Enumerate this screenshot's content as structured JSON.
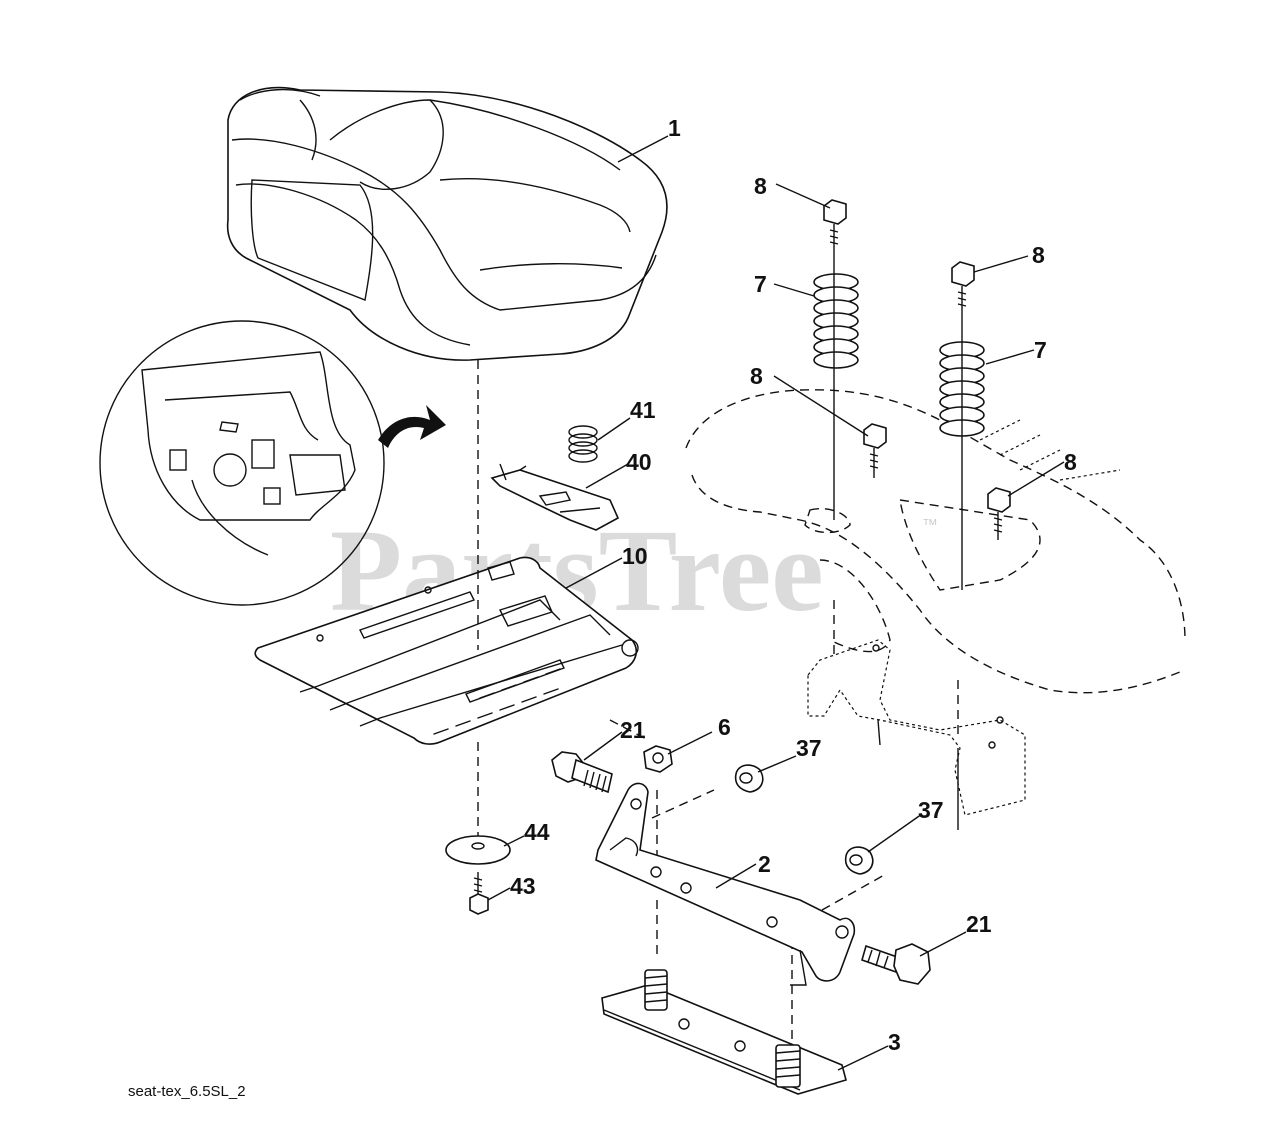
{
  "watermark": {
    "text": "PartsTree",
    "trademark": "™"
  },
  "caption": "seat-tex_6.5SL_2",
  "callouts": [
    {
      "id": "seat",
      "number": "1"
    },
    {
      "id": "bracket",
      "number": "2"
    },
    {
      "id": "base-plate",
      "number": "3"
    },
    {
      "id": "nut",
      "number": "6"
    },
    {
      "id": "spring-left",
      "number": "7"
    },
    {
      "id": "spring-right",
      "number": "7"
    },
    {
      "id": "bolt-a",
      "number": "8"
    },
    {
      "id": "bolt-b",
      "number": "8"
    },
    {
      "id": "bolt-c",
      "number": "8"
    },
    {
      "id": "bolt-d",
      "number": "8"
    },
    {
      "id": "seat-pan",
      "number": "10"
    },
    {
      "id": "bolt-left",
      "number": "21"
    },
    {
      "id": "bolt-right",
      "number": "21"
    },
    {
      "id": "bushing-a",
      "number": "37"
    },
    {
      "id": "bushing-b",
      "number": "37"
    },
    {
      "id": "clip",
      "number": "40"
    },
    {
      "id": "small-spring",
      "number": "41"
    },
    {
      "id": "screw",
      "number": "43"
    },
    {
      "id": "washer",
      "number": "44"
    }
  ],
  "colors": {
    "line": "#111111",
    "watermark": "#cfcfcf",
    "background": "#ffffff"
  }
}
